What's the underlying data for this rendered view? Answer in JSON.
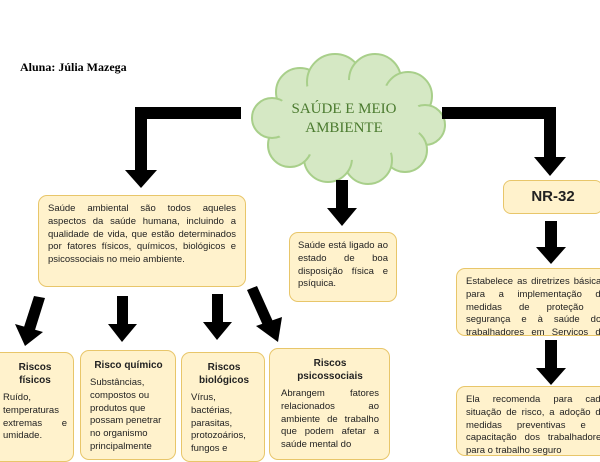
{
  "author": "Aluna: Júlia Mazega",
  "center": {
    "title_line1": "SAÚDE E MEIO",
    "title_line2": "AMBIENTE"
  },
  "definition": "Saúde ambiental são todos aqueles aspectos da saúde humana, incluindo a qualidade de vida, que estão determinados por fatores físicos, químicos, biológicos e psicossociais no meio ambiente.",
  "health": "Saúde está ligado ao estado de boa disposição física e psíquica.",
  "nr": {
    "title": "NR-32",
    "text1": "Estabelece as diretrizes básicas para a implementação de medidas de proteção à segurança e à saúde dos trabalhadores em Serviços de Saúde",
    "text2": "Ela recomenda para cada situação de risco, a adoção de medidas preventivas e a capacitação dos trabalhadores para o trabalho seguro"
  },
  "risks": [
    {
      "title": "Riscos físicos",
      "text": "Ruído, temperaturas extremas e umidade."
    },
    {
      "title": "Risco químico",
      "text": "Substâncias, compostos ou produtos que possam penetrar no organismo principalmente"
    },
    {
      "title": "Riscos biológicos",
      "text": "Vírus, bactérias, parasitas, protozoários, fungos e"
    },
    {
      "title": "Riscos psicossociais",
      "text": "Abrangem fatores relacionados ao ambiente de trabalho que podem afetar a saúde mental do"
    }
  ],
  "colors": {
    "box_fill": "#fff2cc",
    "box_border": "#e8c66a",
    "cloud_fill": "#d5e8c4",
    "cloud_stroke": "#a8cf8a",
    "cloud_text": "#4a7a2e",
    "arrow": "#000000"
  }
}
